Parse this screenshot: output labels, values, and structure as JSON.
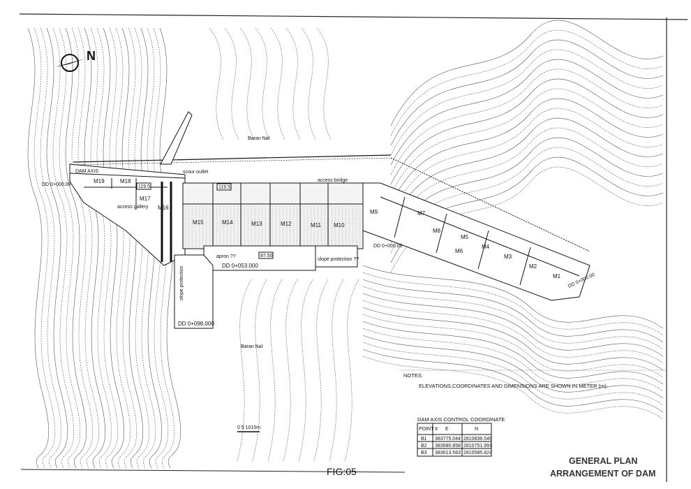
{
  "drawing": {
    "figure_label": "FIG:05",
    "title_line1": "GENERAL PLAN",
    "title_line2": "ARRANGEMENT OF DAM",
    "scale_bar": "0  5  1015m",
    "north_label": "N",
    "place_labels": [
      "Baran Nal",
      "Baran Nal"
    ],
    "blocks": [
      "M1",
      "M2",
      "M3",
      "M4",
      "M5",
      "M6",
      "M7",
      "M8",
      "M9",
      "M10",
      "M11",
      "M12",
      "M13",
      "M14",
      "M15",
      "M16",
      "M17",
      "M18",
      "M19"
    ],
    "chainages": {
      "left": "DD 0+000.00",
      "apron": "DD 0+053.000",
      "downstream": "DD 0+098.000",
      "right_1": "DD 0+000.00",
      "right_2": "DD 0+000.00"
    },
    "features": {
      "apron": "apron ??",
      "slope_protection": "slope protection",
      "slope_protection_2": "slope protection ??",
      "access_bridge": "access bridge",
      "dam_axis": "DAM AXIS",
      "access_gallery": "access gallery",
      "scour_outlet": "scour outlet",
      "elev_1": "119.5",
      "elev_2": "119.5",
      "elev_3": "87.50"
    }
  },
  "notes": {
    "heading": "NOTES:",
    "text": "ELEVATIONS,COORDINATES AND DIMENSIONS ARE SHOWN IN METER (m)."
  },
  "control_table": {
    "title": "DAM AXIS CONTROL COORDINATE",
    "headers": [
      "POINT #",
      "E",
      "N"
    ],
    "rows": [
      [
        "B1",
        "383775.044",
        "2810836.549"
      ],
      [
        "B2",
        "383680.858",
        "2810751.991"
      ],
      [
        "B3",
        "383613.563",
        "2810585.824"
      ]
    ]
  }
}
